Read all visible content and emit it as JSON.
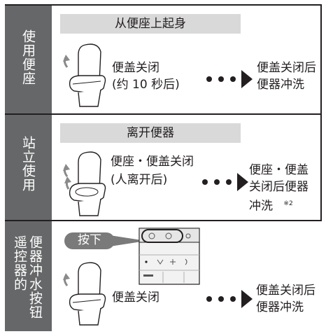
{
  "sections": [
    {
      "side_label": "使用便座",
      "banner": "从便座上起身",
      "state_lines": [
        "便盖关闭",
        "(约 10 秒后)"
      ],
      "result_lines": [
        "便盖关闭后",
        "便器冲洗"
      ]
    },
    {
      "side_label": "站立使用",
      "banner": "离开便器",
      "state_lines": [
        "便座・便盖关闭",
        "(人离开后)"
      ],
      "result_lines": [
        "便座・便盖",
        "关闭后便器",
        "冲洗"
      ],
      "footnote": "※2"
    },
    {
      "side_label_col1": "遥控器的",
      "side_label_col2": "便器冲水按钮",
      "press_label": "按下",
      "state_lines": [
        "便盖关闭"
      ],
      "result_lines": [
        "便盖关闭后",
        "便器冲洗"
      ]
    }
  ],
  "colors": {
    "side": "#666768",
    "banner": "#d9d9da",
    "ink": "#231f20",
    "badge": "#7a7a7b"
  }
}
